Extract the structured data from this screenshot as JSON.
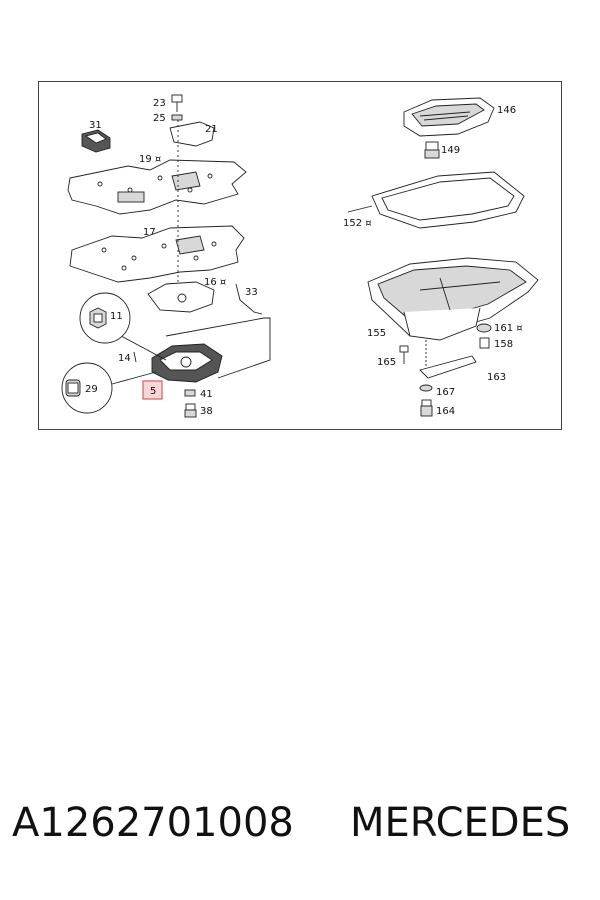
{
  "callouts": {
    "c23": "23",
    "c25": "25",
    "c21": "21",
    "c31": "31",
    "c19": "19 ¤",
    "c17": "17",
    "c16": "16 ¤",
    "c33": "33",
    "c11": "11",
    "c14": "14",
    "c29": "29",
    "c5": "5",
    "c41": "41",
    "c38": "38",
    "c146": "146",
    "c149": "149",
    "c152": "152 ¤",
    "c155": "155",
    "c161": "161 ¤",
    "c158": "158",
    "c165": "165",
    "c163": "163",
    "c167": "167",
    "c164": "164"
  },
  "highlight_color": "#e05a5a",
  "footer": {
    "part_number": "A1262701008",
    "brand": "MERCEDES"
  }
}
